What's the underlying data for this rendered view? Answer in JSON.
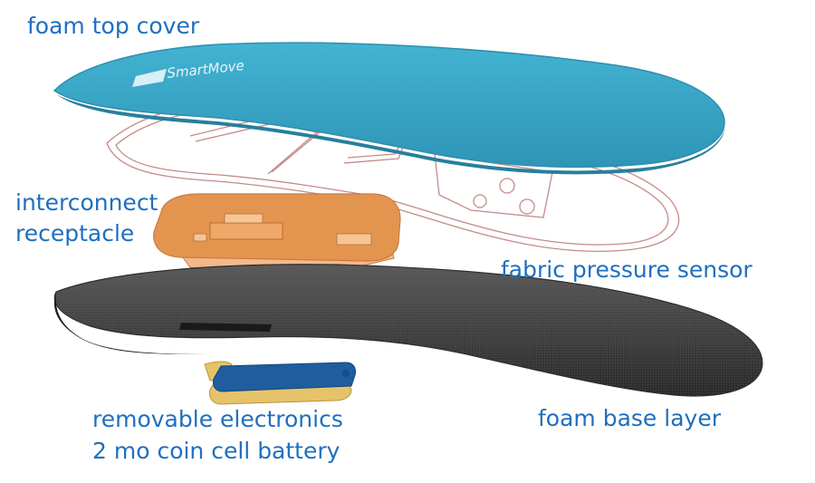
{
  "labels": {
    "foam_top_cover": "foam top cover",
    "interconnect_line1": "interconnect",
    "interconnect_line2": "receptacle",
    "fabric_pressure_sensor": "fabric pressure sensor",
    "foam_base_layer": "foam base layer",
    "removable_electronics_line1": "removable electronics",
    "removable_electronics_line2": "2 mo coin cell battery"
  },
  "logo": {
    "brand": "SmartMove"
  },
  "colors": {
    "label_text": "#1f6fbf",
    "top_cover": "#3aa8c8",
    "top_cover_edge": "#2f8fae",
    "sensor_outline": "#c58a88",
    "receptacle": "#e39550",
    "receptacle_light": "#f2b98a",
    "base_layer": "#4a4a4a",
    "base_layer_edge": "#2c2c2c",
    "battery_body": "#1f5da0",
    "battery_base": "#e6c36a"
  }
}
